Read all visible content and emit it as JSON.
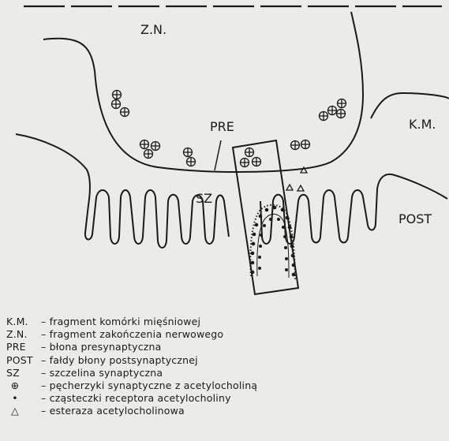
{
  "diagram": {
    "labels": {
      "zn": "Z.N.",
      "km": "K.M.",
      "pre": "PRE",
      "sz": "SZ",
      "post": "POST"
    }
  },
  "legend": [
    {
      "key": "K.M.",
      "desc": "– fragment komórki mięśniowej"
    },
    {
      "key": "Z.N.",
      "desc": "– fragment zakończenia nerwowego"
    },
    {
      "key": "PRE",
      "desc": "– błona presynaptyczna"
    },
    {
      "key": "POST",
      "desc": "– fałdy błony postsynaptycznej"
    },
    {
      "key": "SZ",
      "desc": "– szczelina synaptyczna"
    },
    {
      "key": "⊕",
      "desc": "– pęcherzyki synaptyczne z acetylocholiną"
    },
    {
      "key": "•",
      "desc": "– cząsteczki receptora acetylocholiny"
    },
    {
      "key": "△",
      "desc": "– esteraza acetylocholinowa"
    }
  ],
  "colors": {
    "ink": "#1a1a1a",
    "paper": "#ebebea"
  }
}
